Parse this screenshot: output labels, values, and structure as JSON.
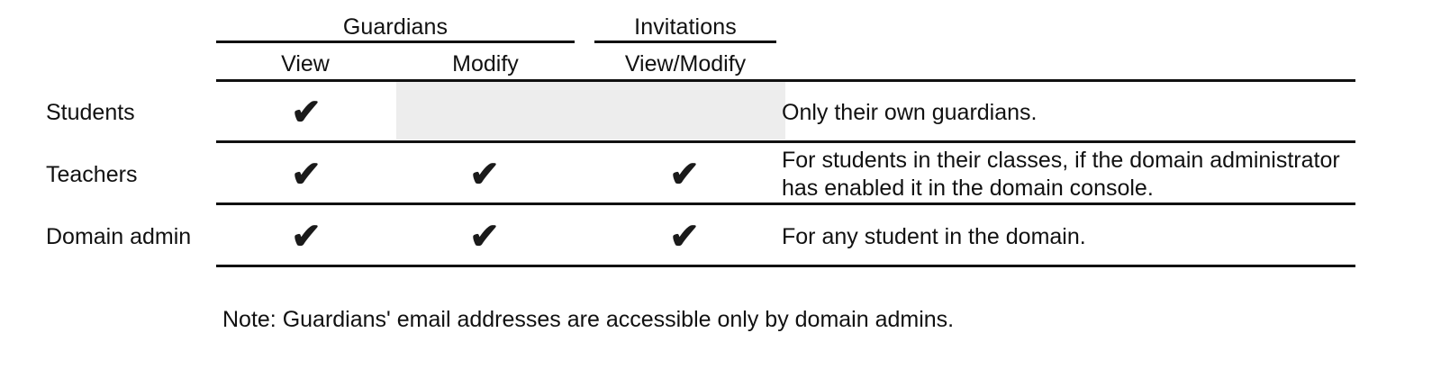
{
  "table": {
    "column_groups": [
      {
        "label": "Guardians",
        "span": 2
      },
      {
        "label": "Invitations",
        "span": 1
      }
    ],
    "columns": [
      {
        "label": "View",
        "group": "Guardians"
      },
      {
        "label": "Modify",
        "group": "Guardians"
      },
      {
        "label": "View/Modify",
        "group": "Invitations"
      }
    ],
    "check_glyph": "✔",
    "rows": [
      {
        "role": "Students",
        "cells": [
          {
            "state": "check"
          },
          {
            "state": "shaded"
          },
          {
            "state": "shaded"
          }
        ],
        "description": "Only their own guardians."
      },
      {
        "role": "Teachers",
        "cells": [
          {
            "state": "check"
          },
          {
            "state": "check"
          },
          {
            "state": "check"
          }
        ],
        "description": "For students in their classes, if the domain administrator has enabled it in the domain console."
      },
      {
        "role": "Domain admin",
        "cells": [
          {
            "state": "check"
          },
          {
            "state": "check"
          },
          {
            "state": "check"
          }
        ],
        "description": "For any student in the domain."
      }
    ]
  },
  "note": "Note: Guardians' email addresses are accessible only by domain admins.",
  "colors": {
    "rule": "#111111",
    "text": "#111111",
    "shaded_cell": "#ededed",
    "background": "#ffffff"
  }
}
